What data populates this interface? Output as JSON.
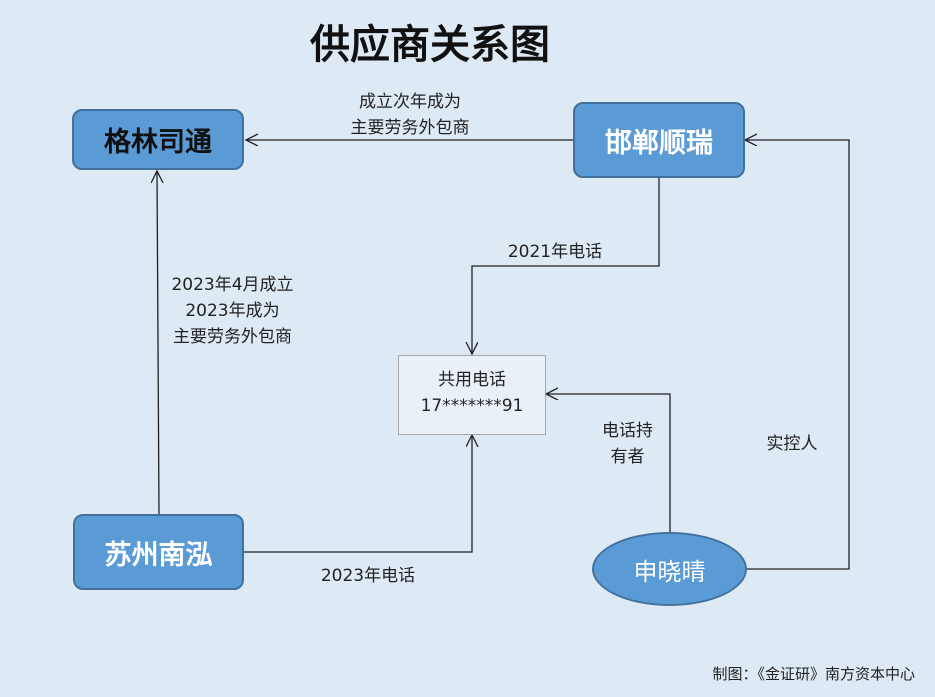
{
  "title": "供应商关系图",
  "nodes": {
    "gelin": "格林司通",
    "handan": "邯郸顺瑞",
    "suzhou": "苏州南泓",
    "person": "申晓晴"
  },
  "shared_phone": {
    "line1": "共用电话",
    "line2": "17*******91"
  },
  "edges": {
    "handan_to_gelin": [
      "成立次年成为",
      "主要劳务外包商"
    ],
    "suzhou_to_gelin": [
      "2023年4月成立",
      "2023年成为",
      "主要劳务外包商"
    ],
    "handan_to_phone": "2021年电话",
    "suzhou_to_phone": "2023年电话",
    "person_to_phone": [
      "电话持",
      "有者"
    ],
    "person_to_handan": "实控人"
  },
  "footer": "制图：《金证研》南方资本中心",
  "colors": {
    "background": "#dde9f5",
    "node_fill": "#5b9bd5",
    "node_border": "#41719c",
    "line": "#222222"
  }
}
